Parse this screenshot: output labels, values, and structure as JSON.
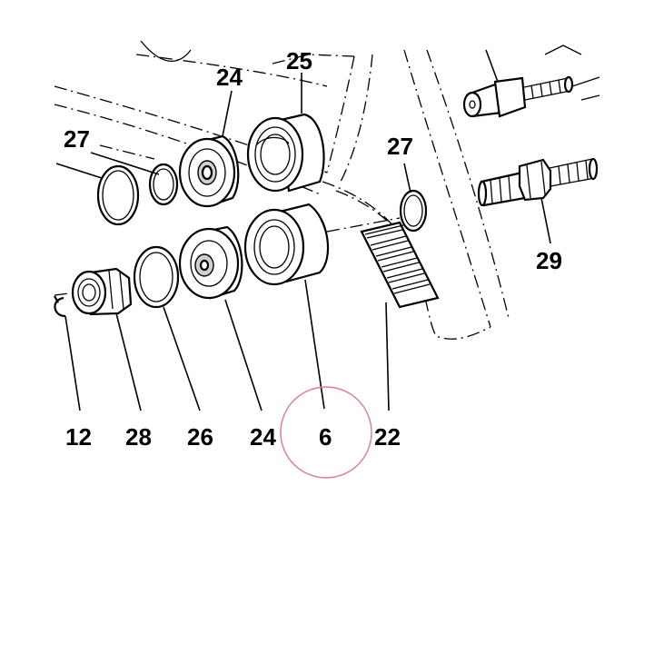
{
  "labels": {
    "part_24_top": "24",
    "part_25": "25",
    "part_27_left": "27",
    "part_27_right": "27",
    "part_29": "29",
    "part_12": "12",
    "part_28": "28",
    "part_26": "26",
    "part_24_bottom": "24",
    "part_6": "6",
    "part_22": "22"
  },
  "colors": {
    "line": "#000000",
    "highlight_circle": "#d9828f",
    "background": "#ffffff"
  },
  "highlight": {
    "target": "part_6"
  }
}
